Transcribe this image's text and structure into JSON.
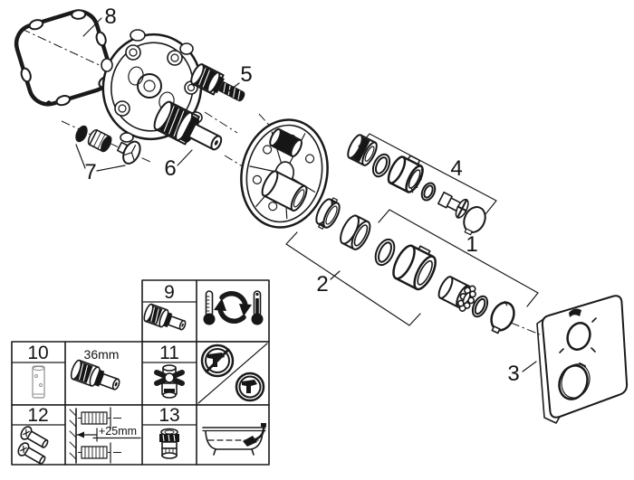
{
  "meta": {
    "background": "#ffffff",
    "ink": "#1a1a1a",
    "type": "exploded-parts-diagram"
  },
  "callouts": {
    "n1": "1",
    "n2": "2",
    "n3": "3",
    "n4": "4",
    "n5": "5",
    "n6": "6",
    "n7": "7",
    "n8": "8",
    "n9": "9",
    "n10": "10",
    "n11": "11",
    "n12": "12",
    "n13": "13"
  },
  "dimensions": {
    "cartridge_width": "36mm",
    "extension_depth": "+25mm"
  },
  "icons": {
    "thermometers": "thermometer-recalibration-icon",
    "spout_prohibited": "spout-prohibited-icon",
    "spout_allowed": "spout-allowed-icon",
    "bathtub": "bathtub-handshower-icon",
    "wall_extension": "wall-extension-icon"
  }
}
